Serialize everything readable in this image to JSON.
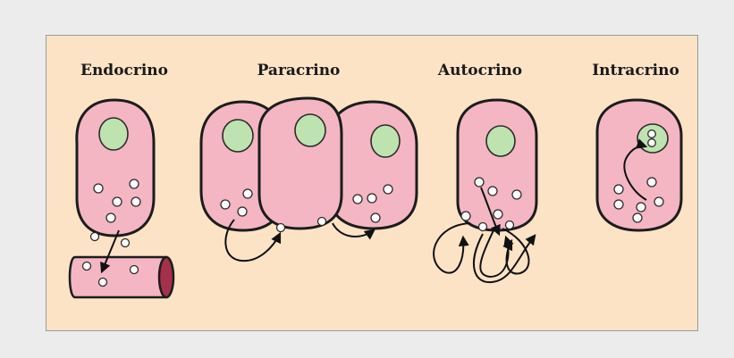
{
  "labels": {
    "endocrine": "Endocrino",
    "paracrine": "Paracrino",
    "autocrine": "Autocrino",
    "intracrine": "Intracrino"
  },
  "colors": {
    "page_background": "#ececec",
    "panel_background": "#fde3c6",
    "cell_fill": "#f4b6c3",
    "nucleus_fill": "#bfe3b0",
    "vessel_opening": "#a4304a"
  }
}
